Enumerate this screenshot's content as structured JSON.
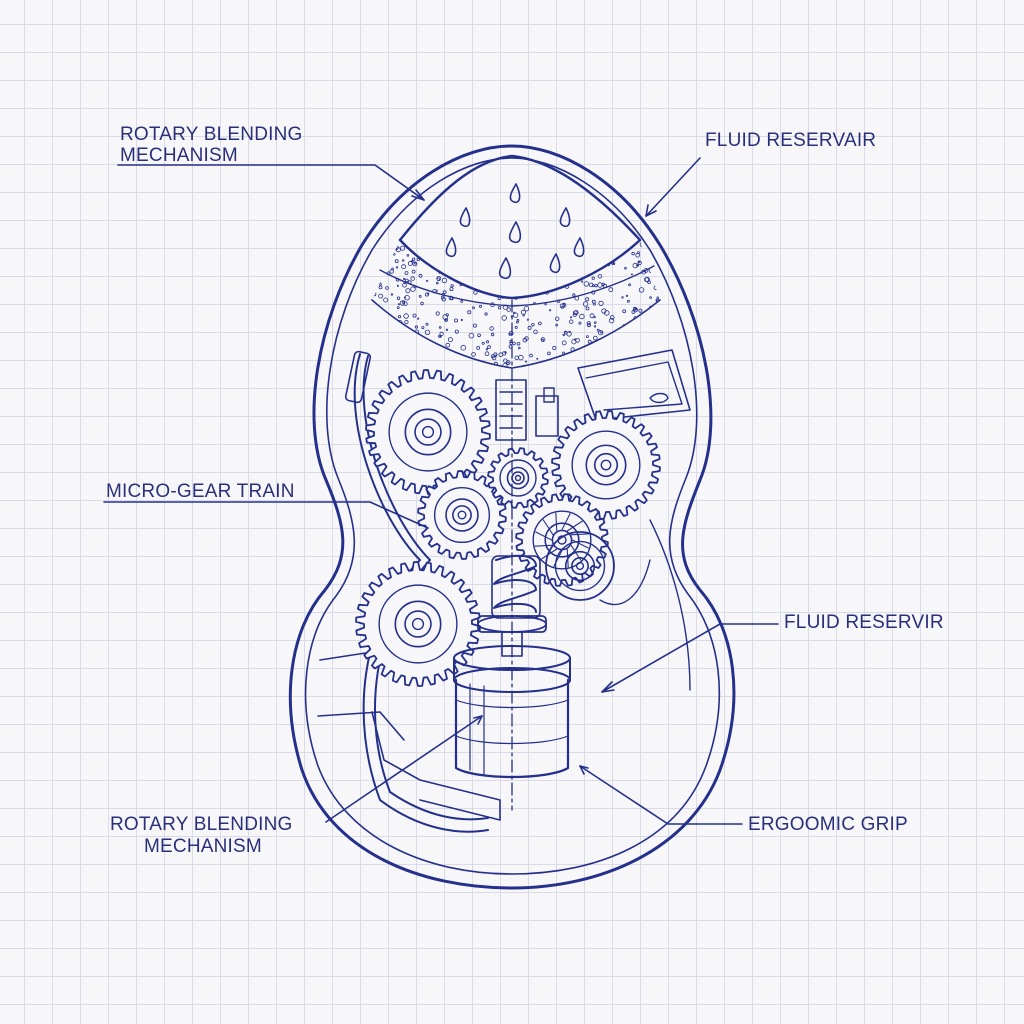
{
  "labels": {
    "top_left_line1": "ROTARY BLENDING",
    "top_left_line2": "MECHANISM",
    "top_right": "FLUID RESERVAIR",
    "mid_left": "MICRO-GEAR TRAIN",
    "mid_right": "FLUID RESERVIR",
    "bottom_left_line1": "ROTARY BLENDING",
    "bottom_left_line2": "MECHANISM",
    "bottom_right": "ERGOOMIC GRIP"
  },
  "colors": {
    "ink": "#25308c",
    "paper": "#f7f7fa",
    "grid": "#d9dbe6"
  }
}
